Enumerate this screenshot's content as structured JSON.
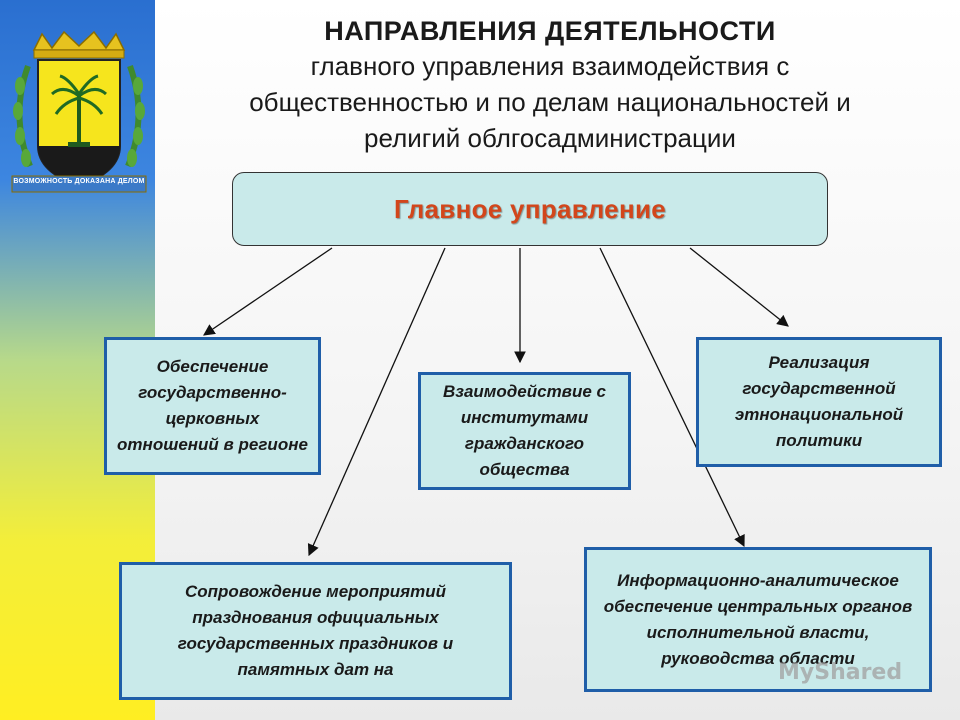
{
  "title": {
    "main": "НАПРАВЛЕНИЯ ДЕЯТЕЛЬНОСТИ",
    "line1": "главного управления взаимодействия с",
    "line2": "общественностью и по делам национальностей и",
    "line3": "религий облгосадминистрации"
  },
  "emblem": {
    "motto": "ВОЗМОЖНОСТЬ ДОКАЗАНА ДЕЛОМ",
    "icon": "donetsk-oblast-coat-of-arms"
  },
  "root": {
    "label": "Главное управление"
  },
  "branches": [
    {
      "id": "church",
      "label": "Обеспечение государственно-церковных отношений в регионе"
    },
    {
      "id": "civil",
      "label": "Взаимодействие с институтами гражданского общества"
    },
    {
      "id": "ethno",
      "label": "Реализация государственной этнонациональной политики"
    },
    {
      "id": "events",
      "label": "Сопровождение мероприятий празднования официальных государственных праздников и памятных дат на"
    },
    {
      "id": "info",
      "label": "Информационно-аналитическое обеспечение центральных органов исполнительной власти, руководства области"
    }
  ],
  "watermark": {
    "text": "MyShared"
  },
  "colors": {
    "box_fill": "#c9eaea",
    "box_border": "#1f5ea8",
    "root_text": "#d2461b",
    "flag_blue": "#2a6fd0",
    "flag_yellow": "#ffee22"
  }
}
